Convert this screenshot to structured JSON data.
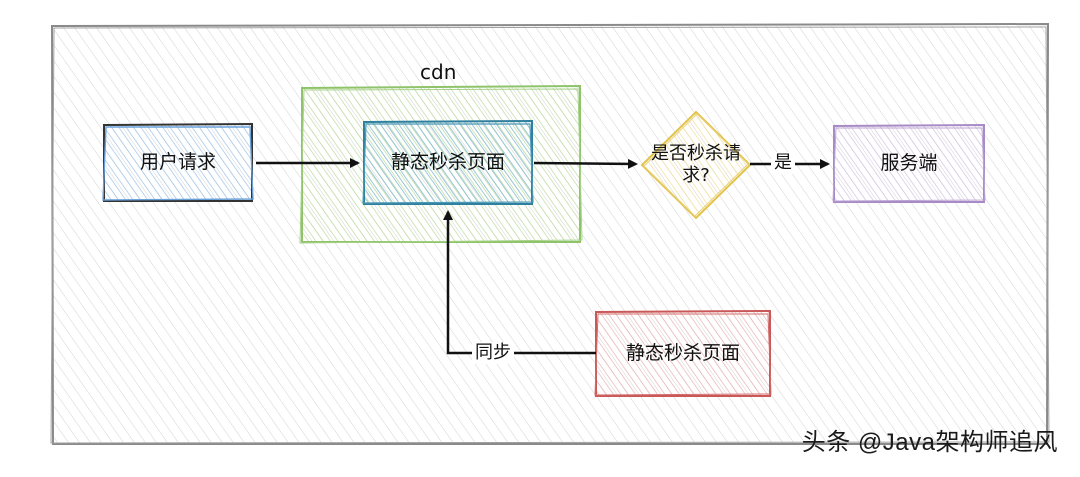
{
  "diagram": {
    "group": {
      "label": "cdn"
    },
    "nodes": {
      "user_request": "用户请求",
      "static_page_cdn": "静态秒杀页面",
      "decision": "是否秒杀请求?",
      "server": "服务端",
      "static_page_origin": "静态秒杀页面"
    },
    "edges": {
      "yes": "是",
      "sync": "同步"
    }
  },
  "watermark": "头条 @Java架构师追风",
  "colors": {
    "frame": "#888888",
    "user_request": "#6aa0d8",
    "cdn_group": "#8fc36a",
    "static_page_cdn": "#4a98b6",
    "decision": "#e2c44b",
    "server": "#a88bc6",
    "static_page_origin": "#d36a6a"
  }
}
